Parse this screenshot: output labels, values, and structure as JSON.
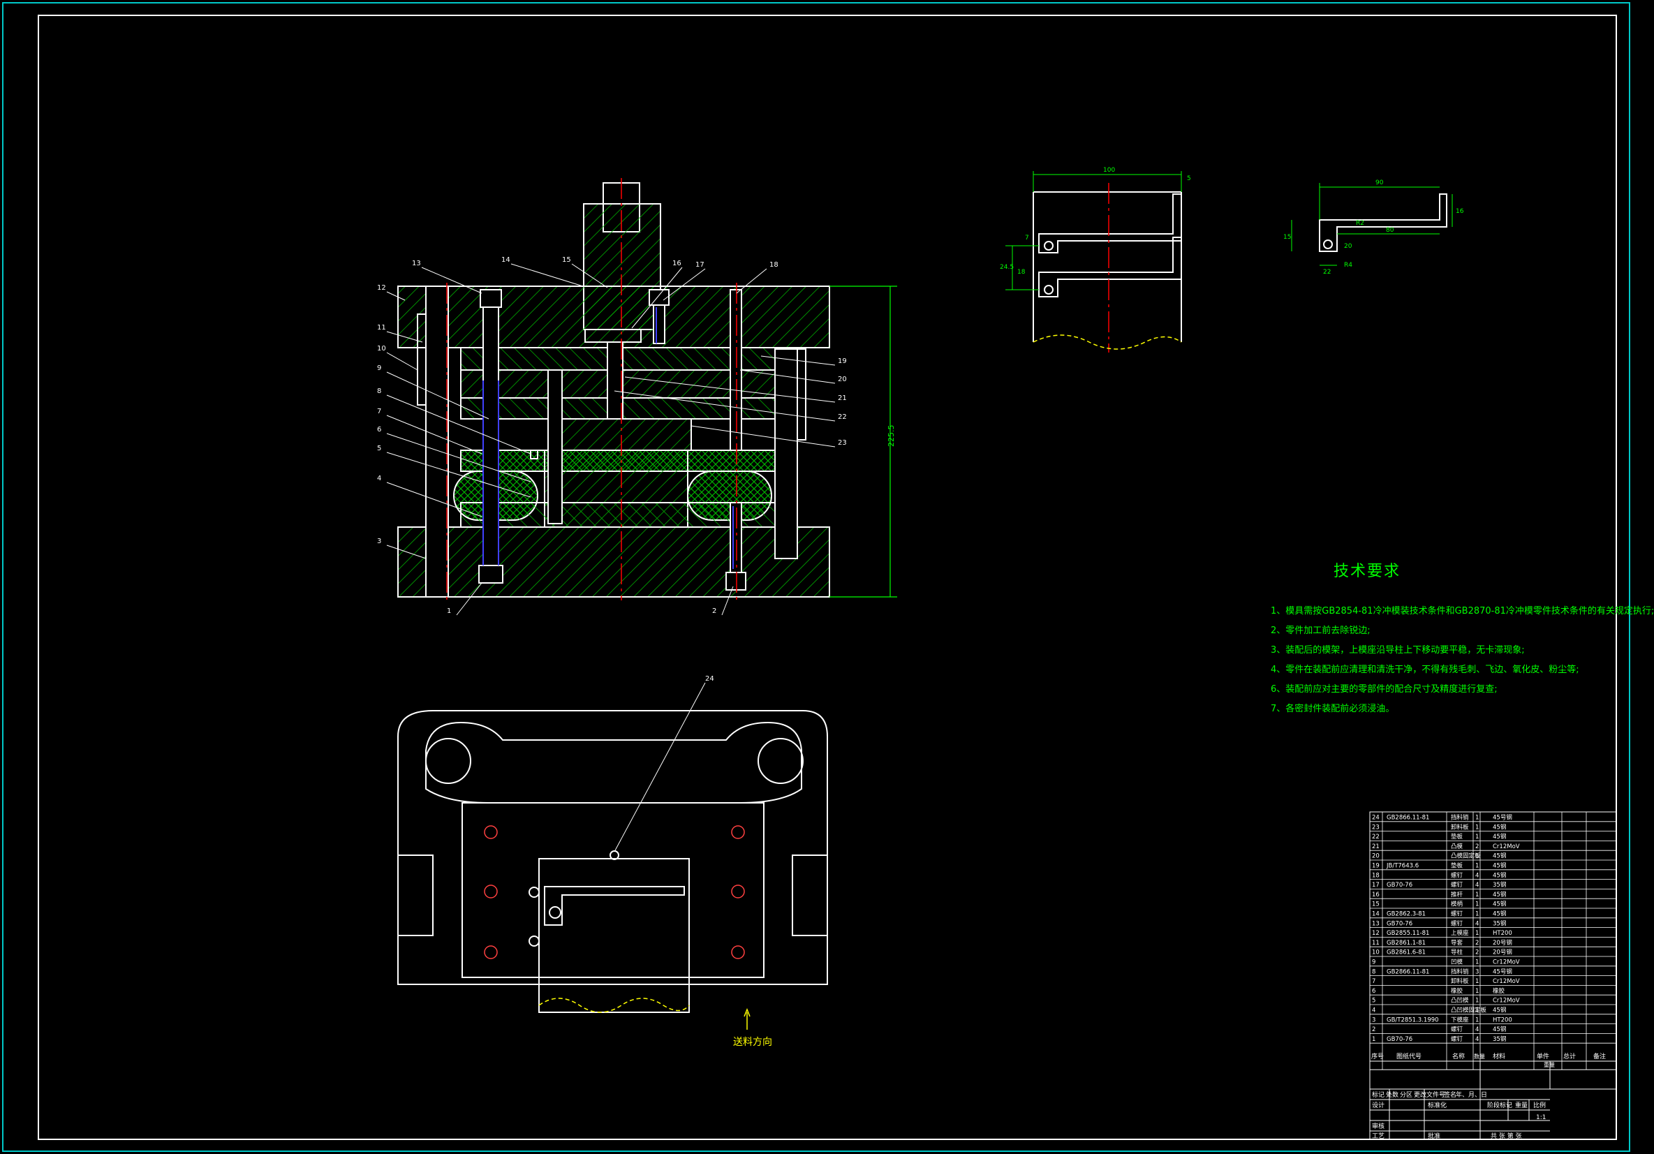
{
  "technical_requirements": {
    "title": "技术要求",
    "lines": [
      "1、模具需按GB2854-81冷冲模装技术条件和GB2870-81冷冲模零件技术条件的有关规定执行;",
      "2、零件加工前去除锐边;",
      "3、装配后的模架，上模座沿导柱上下移动要平稳，无卡滞现象;",
      "4、零件在装配前应清理和清洗干净，不得有残毛刺、飞边、氧化皮、粉尘等;",
      "6、装配前应对主要的零部件的配合尺寸及精度进行复查;",
      "7、各密封件装配前必须浸油。"
    ]
  },
  "feed_direction": "送料方向",
  "section_balloons": [
    "1",
    "2",
    "3",
    "4",
    "5",
    "6",
    "7",
    "8",
    "9",
    "10",
    "11",
    "12",
    "13",
    "14",
    "15",
    "16",
    "17",
    "18",
    "19",
    "20",
    "21",
    "22",
    "23"
  ],
  "plan_balloon": "24",
  "bom": [
    {
      "no": "24",
      "code": "GB2866.11-81",
      "name": "挡料销",
      "qty": "1",
      "material": "45号钢"
    },
    {
      "no": "23",
      "code": "",
      "name": "卸料板",
      "qty": "1",
      "material": "45钢"
    },
    {
      "no": "22",
      "code": "",
      "name": "垫板",
      "qty": "1",
      "material": "45钢"
    },
    {
      "no": "21",
      "code": "",
      "name": "凸模",
      "qty": "2",
      "material": "Cr12MoV"
    },
    {
      "no": "20",
      "code": "",
      "name": "凸模固定板",
      "qty": "1",
      "material": "45钢"
    },
    {
      "no": "19",
      "code": "JB/T7643.6",
      "name": "垫板",
      "qty": "1",
      "material": "45钢"
    },
    {
      "no": "18",
      "code": "",
      "name": "螺钉",
      "qty": "4",
      "material": "45钢"
    },
    {
      "no": "17",
      "code": "GB70-76",
      "name": "螺钉",
      "qty": "4",
      "material": "35钢"
    },
    {
      "no": "16",
      "code": "",
      "name": "推杆",
      "qty": "1",
      "material": "45钢"
    },
    {
      "no": "15",
      "code": "",
      "name": "模柄",
      "qty": "1",
      "material": "45钢"
    },
    {
      "no": "14",
      "code": "GB2862.3-81",
      "name": "螺钉",
      "qty": "1",
      "material": "45钢"
    },
    {
      "no": "13",
      "code": "GB70-76",
      "name": "螺钉",
      "qty": "4",
      "material": "35钢"
    },
    {
      "no": "12",
      "code": "GB2855.11-81",
      "name": "上模座",
      "qty": "1",
      "material": "HT200"
    },
    {
      "no": "11",
      "code": "GB2861.1-81",
      "name": "导套",
      "qty": "2",
      "material": "20号钢"
    },
    {
      "no": "10",
      "code": "GB2861.6-81",
      "name": "导柱",
      "qty": "2",
      "material": "20号钢"
    },
    {
      "no": "9",
      "code": "",
      "name": "凹模",
      "qty": "1",
      "material": "Cr12MoV"
    },
    {
      "no": "8",
      "code": "GB2866.11-81",
      "name": "挡料销",
      "qty": "3",
      "material": "45号钢"
    },
    {
      "no": "7",
      "code": "",
      "name": "卸料板",
      "qty": "1",
      "material": "Cr12MoV"
    },
    {
      "no": "6",
      "code": "",
      "name": "橡胶",
      "qty": "1",
      "material": "橡胶"
    },
    {
      "no": "5",
      "code": "",
      "name": "凸凹模",
      "qty": "1",
      "material": "Cr12MoV"
    },
    {
      "no": "4",
      "code": "",
      "name": "凸凹模固定板",
      "qty": "1",
      "material": "45钢"
    },
    {
      "no": "3",
      "code": "GB/T2851.3.1990",
      "name": "下模座",
      "qty": "1",
      "material": "HT200"
    },
    {
      "no": "2",
      "code": "",
      "name": "螺钉",
      "qty": "4",
      "material": "45钢"
    },
    {
      "no": "1",
      "code": "GB70-76",
      "name": "螺钉",
      "qty": "4",
      "material": "35钢"
    }
  ],
  "bom_header": {
    "no": "序号",
    "code": "图纸代号",
    "name": "名称",
    "qty": "数量",
    "material": "材料",
    "unit_weight": "单件",
    "total_weight": "总计",
    "weight": "重量",
    "remark": "备注"
  },
  "title_block": {
    "labels": [
      "标记",
      "处数",
      "分区",
      "更改文件号",
      "签名",
      "年、月、日"
    ],
    "design": "设计",
    "standard": "标准化",
    "review": "审核",
    "process": "工艺",
    "approve": "批准",
    "stage_mark": "阶段标记",
    "weight": "重量",
    "scale": "比例",
    "scale_value": "1:1",
    "sheets": "共 张 第 张"
  },
  "dimensions": {
    "height_total": "225.5",
    "part_w_top": "100",
    "part_r_a": "5",
    "part_h1": "24.5",
    "part_h2": "18",
    "part_h3": "7",
    "strip_top": "90",
    "strip_right": "16",
    "strip_inner": "80",
    "strip_left": "15",
    "strip_d1": "R2",
    "strip_d2": "20",
    "strip_d3": "22",
    "strip_d4": "R4"
  },
  "colors": {
    "outline": "#ffffff",
    "hatch": "#00c000",
    "center": "#ff0000",
    "hidden": "#4040ff",
    "text": "#00ff00",
    "yellow": "#ffff00",
    "border": "#00c8c8"
  }
}
